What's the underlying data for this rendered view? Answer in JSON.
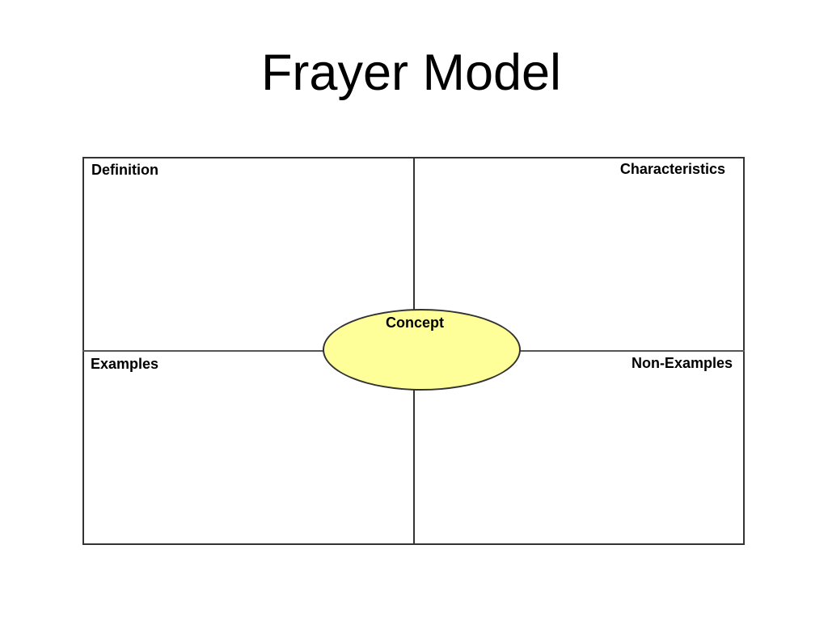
{
  "slide": {
    "title": "Frayer Model",
    "background_color": "#ffffff",
    "text_color": "#000000"
  },
  "diagram": {
    "quadrants": [
      {
        "label": "Definition"
      },
      {
        "label": "Characteristics"
      },
      {
        "label": "Examples"
      },
      {
        "label": "Non-Examples"
      }
    ],
    "center": {
      "label": "Concept",
      "fill_color": "#ffff99",
      "outline_color": "#333333"
    },
    "line_color": "#333333"
  }
}
